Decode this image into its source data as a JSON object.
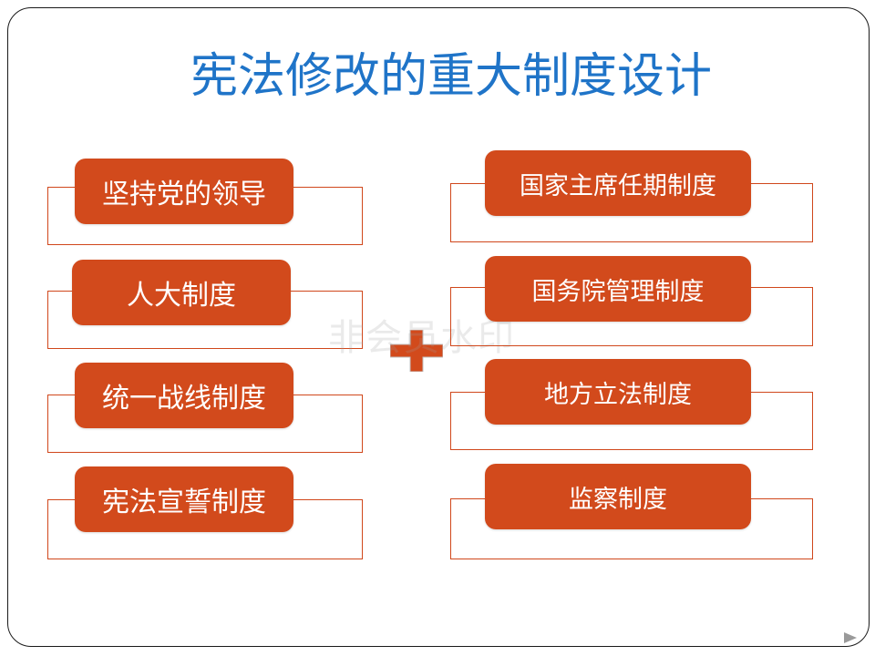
{
  "title": "宪法修改的重大制度设计",
  "left_items": [
    {
      "label": "坚持党的领导"
    },
    {
      "label": "人大制度"
    },
    {
      "label": "统一战线制度"
    },
    {
      "label": "宪法宣誓制度"
    }
  ],
  "right_items": [
    {
      "label": "国家主席任期制度"
    },
    {
      "label": "国务院管理制度"
    },
    {
      "label": "地方立法制度"
    },
    {
      "label": "监察制度"
    }
  ],
  "watermark": "非会员水印",
  "colors": {
    "title": "#1f74c8",
    "accent": "#d24a1c",
    "frame": "#1a1a1a"
  },
  "icons": {
    "center": "plus-icon",
    "nav": "next-arrow-icon"
  }
}
